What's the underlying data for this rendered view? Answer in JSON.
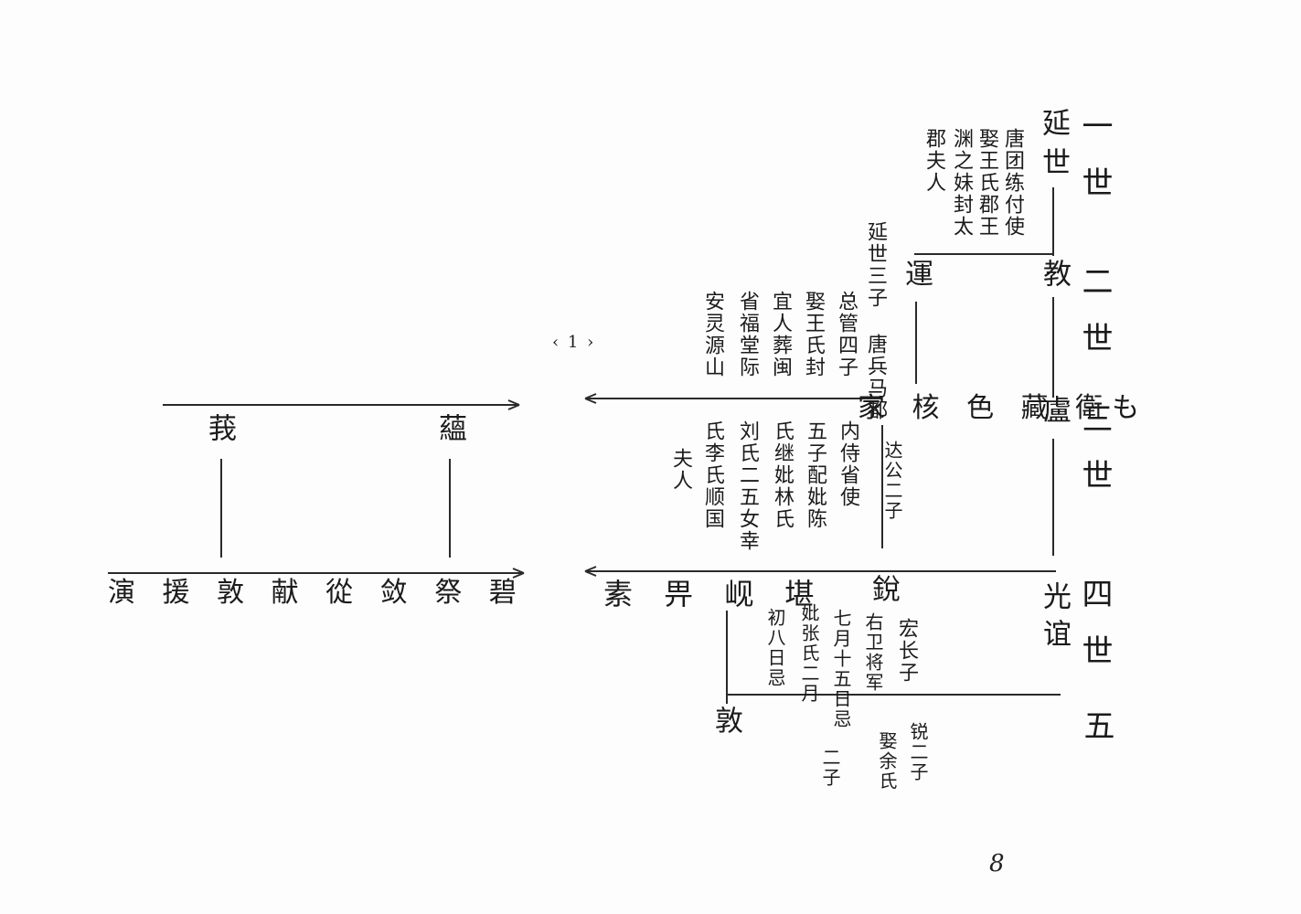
{
  "generations": [
    {
      "id": "g1",
      "label": "一世"
    },
    {
      "id": "g2",
      "label": "二世"
    },
    {
      "id": "g3",
      "label": "三世"
    },
    {
      "id": "g4",
      "label": "四世"
    },
    {
      "id": "g5",
      "label": "五"
    }
  ],
  "persons": {
    "yanshi": {
      "name": "延世",
      "note_lines": [
        "唐团练付使",
        "娶王氏郡王",
        "渊之妹封太",
        "郡夫人"
      ]
    },
    "jiao": {
      "name": "教"
    },
    "yun": {
      "name": "運",
      "note_lines": [
        "延世三子 唐兵马都",
        "总管四子",
        "娶王氏封",
        "宜人葬闽",
        "省福堂际",
        "安灵源山"
      ]
    },
    "lu": {
      "name": "盧"
    },
    "sons3": {
      "text": "家 核 色 藏 衛も"
    },
    "jia_note": {
      "lines": [
        "达公二子",
        "内侍省使",
        "五子配妣陈",
        "氏继妣林氏",
        "刘氏二五女幸",
        "氏李氏顺国",
        "夫人"
      ]
    },
    "guangyi": {
      "name": "光谊"
    },
    "rui": {
      "name": "銳",
      "note_lines": [
        "宏长子",
        "右卫将军",
        "七月十五日忌",
        "妣张氏二月",
        "初八日忌"
      ]
    },
    "dun": {
      "name": "敦"
    },
    "dun_note": {
      "lines": [
        "锐二子",
        "娶余氏",
        "二子"
      ]
    },
    "gen4_right_row": {
      "text": "素 畀 岘 堪"
    },
    "gen4_left_row": {
      "text": "演 援 敦 献 從 敛 祭 碧"
    },
    "gen3_left": [
      {
        "name": "莪"
      },
      {
        "name": "蘊"
      }
    ],
    "marker": {
      "text": "‹ 1 ›"
    }
  },
  "page_number": "8"
}
